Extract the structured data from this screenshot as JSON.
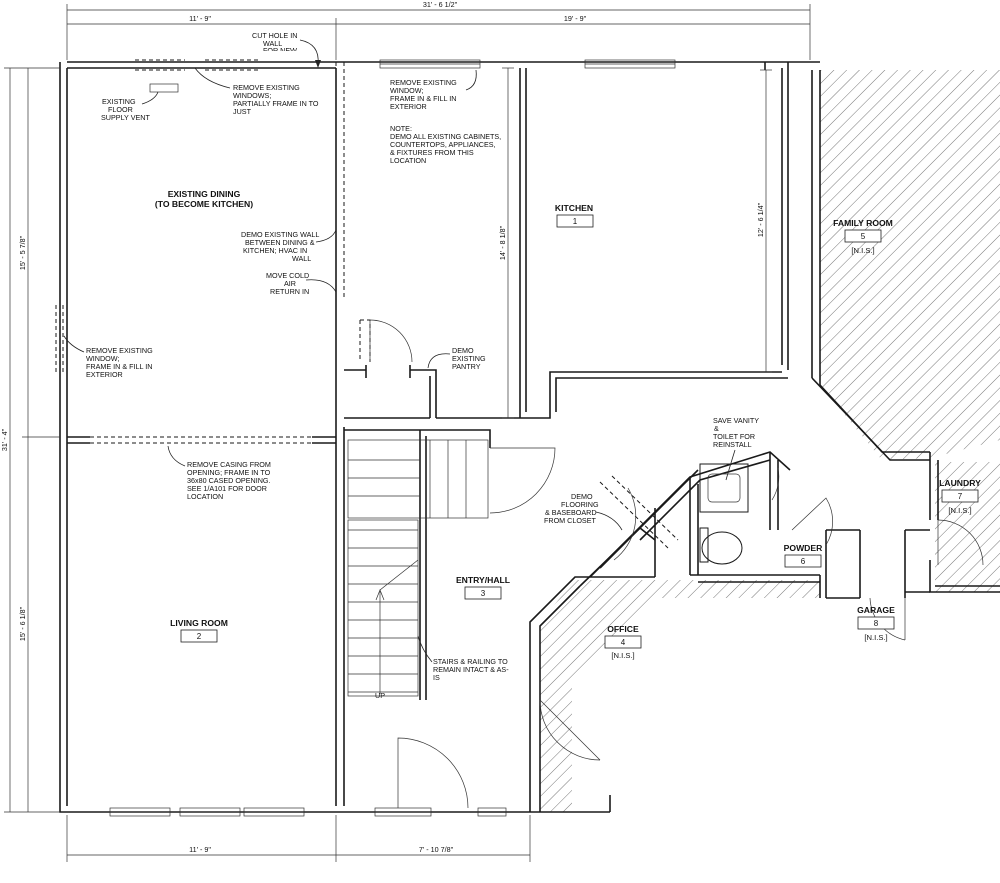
{
  "dimensions": {
    "overall_top": "31' - 6 1/2\"",
    "top_left": "11' - 9\"",
    "top_right": "19' - 9\"",
    "left_overall": "31' - 4\"",
    "left_upper": "15' - 5 7/8\"",
    "left_lower": "15' - 6 1/8\"",
    "kitchen_depth": "14' - 8 1/8\"",
    "kitchen_right": "12' - 6 1/4\"",
    "bottom_left": "11' - 9\"",
    "bottom_mid": "7' - 10 7/8\""
  },
  "rooms": [
    {
      "id": "existing-dining",
      "name": "EXISTING DINING",
      "sub": "(TO BECOME KITCHEN)",
      "number": "",
      "status": ""
    },
    {
      "id": "kitchen",
      "name": "KITCHEN",
      "sub": "",
      "number": "1",
      "status": ""
    },
    {
      "id": "living-room",
      "name": "LIVING ROOM",
      "sub": "",
      "number": "2",
      "status": ""
    },
    {
      "id": "entry-hall",
      "name": "ENTRY/HALL",
      "sub": "",
      "number": "3",
      "status": ""
    },
    {
      "id": "office",
      "name": "OFFICE",
      "sub": "",
      "number": "4",
      "status": "[N.I.S.]"
    },
    {
      "id": "family-room",
      "name": "FAMILY ROOM",
      "sub": "",
      "number": "5",
      "status": "[N.I.S.]"
    },
    {
      "id": "powder",
      "name": "POWDER",
      "sub": "",
      "number": "6",
      "status": ""
    },
    {
      "id": "laundry",
      "name": "LAUNDRY",
      "sub": "",
      "number": "7",
      "status": "[N.I.S.]"
    },
    {
      "id": "garage",
      "name": "GARAGE",
      "sub": "",
      "number": "8",
      "status": "[N.I.S.]"
    }
  ],
  "notes": {
    "cut_hole": [
      "CUT HOLE IN",
      "WALL",
      "FOR NEW"
    ],
    "remove_windows_partial": [
      "REMOVE EXISTING",
      "WINDOWS;",
      "PARTIALLY FRAME IN TO",
      "JUST"
    ],
    "existing_floor_supply": [
      "EXISTING",
      "FLOOR",
      "SUPPLY VENT"
    ],
    "remove_window_kitchen": [
      "REMOVE EXISTING",
      "WINDOW;",
      "FRAME IN & FILL IN",
      "EXTERIOR"
    ],
    "note_demo": [
      "NOTE:",
      "DEMO ALL EXISTING CABINETS,",
      "COUNTERTOPS, APPLIANCES,",
      "& FIXTURES FROM THIS",
      "LOCATION"
    ],
    "demo_wall": [
      "DEMO EXISTING WALL",
      "BETWEEN DINING &",
      "KITCHEN; HVAC IN",
      "WALL"
    ],
    "move_cold_air": [
      "MOVE COLD",
      "AIR",
      "RETURN IN"
    ],
    "remove_window_left": [
      "REMOVE EXISTING",
      "WINDOW;",
      "FRAME IN & FILL IN",
      "EXTERIOR"
    ],
    "demo_pantry": [
      "DEMO",
      "EXISTING",
      "PANTRY"
    ],
    "remove_casing": [
      "REMOVE CASING FROM",
      "OPENING; FRAME IN TO",
      "36x80 CASED OPENING.",
      "SEE 1/A101 FOR DOOR",
      "LOCATION"
    ],
    "save_vanity": [
      "SAVE VANITY",
      "&",
      "TOILET FOR",
      "REINSTALL"
    ],
    "demo_flooring": [
      "DEMO",
      "FLOORING",
      "& BASEBOARD",
      "FROM CLOSET"
    ],
    "stairs_railing": [
      "STAIRS & RAILING TO",
      "REMAIN INTACT & AS-",
      "IS"
    ],
    "up": "UP"
  }
}
